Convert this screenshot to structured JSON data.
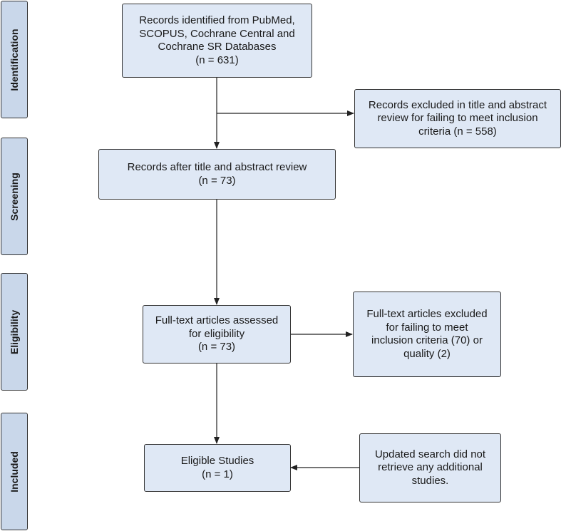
{
  "stages": [
    {
      "id": "identification",
      "label": "Identification"
    },
    {
      "id": "screening",
      "label": "Screening"
    },
    {
      "id": "eligibility",
      "label": "Eligibility"
    },
    {
      "id": "included",
      "label": "Included"
    }
  ],
  "boxes": {
    "records_identified": {
      "lines": [
        "Records identified from PubMed,",
        "SCOPUS, Cochrane Central and",
        "Cochrane SR Databases",
        "(n = 631)"
      ]
    },
    "records_excluded_title": {
      "lines": [
        "Records excluded in title and abstract",
        "review for failing to meet inclusion",
        "criteria (n = 558)"
      ]
    },
    "records_after_review": {
      "lines": [
        "Records after title and abstract review",
        "(n = 73)"
      ]
    },
    "fulltext_assessed": {
      "lines": [
        "Full-text articles assessed",
        "for eligibility",
        "(n = 73)"
      ]
    },
    "fulltext_excluded": {
      "lines": [
        "Full-text articles excluded",
        "for failing to meet",
        "inclusion criteria (70) or",
        "quality (2)"
      ]
    },
    "eligible_studies": {
      "lines": [
        "Eligible Studies",
        "(n = 1)"
      ]
    },
    "updated_search": {
      "lines": [
        "Updated search did not",
        "retrieve any additional",
        "studies."
      ]
    }
  }
}
